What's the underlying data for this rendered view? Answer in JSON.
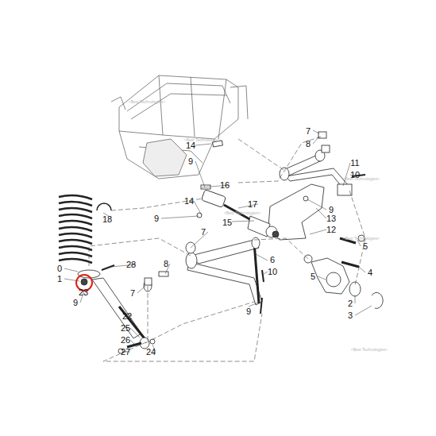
{
  "diagram": {
    "labels": [
      "7",
      "8",
      "14",
      "9",
      "16",
      "11",
      "10",
      "14",
      "17",
      "9",
      "13",
      "18",
      "9",
      "15",
      "12",
      "7",
      "5",
      "0",
      "28",
      "6",
      "10",
      "1",
      "8",
      "4",
      "5",
      "23",
      "7",
      "9",
      "22",
      "9",
      "2",
      "3",
      "25",
      "26",
      "27",
      "24",
      "<Best Technologies>",
      "<Best Technologies>",
      "<Best Technologies>",
      "<Best Technologies>",
      "<Best Technologies>",
      "<Best Technologies>"
    ]
  }
}
